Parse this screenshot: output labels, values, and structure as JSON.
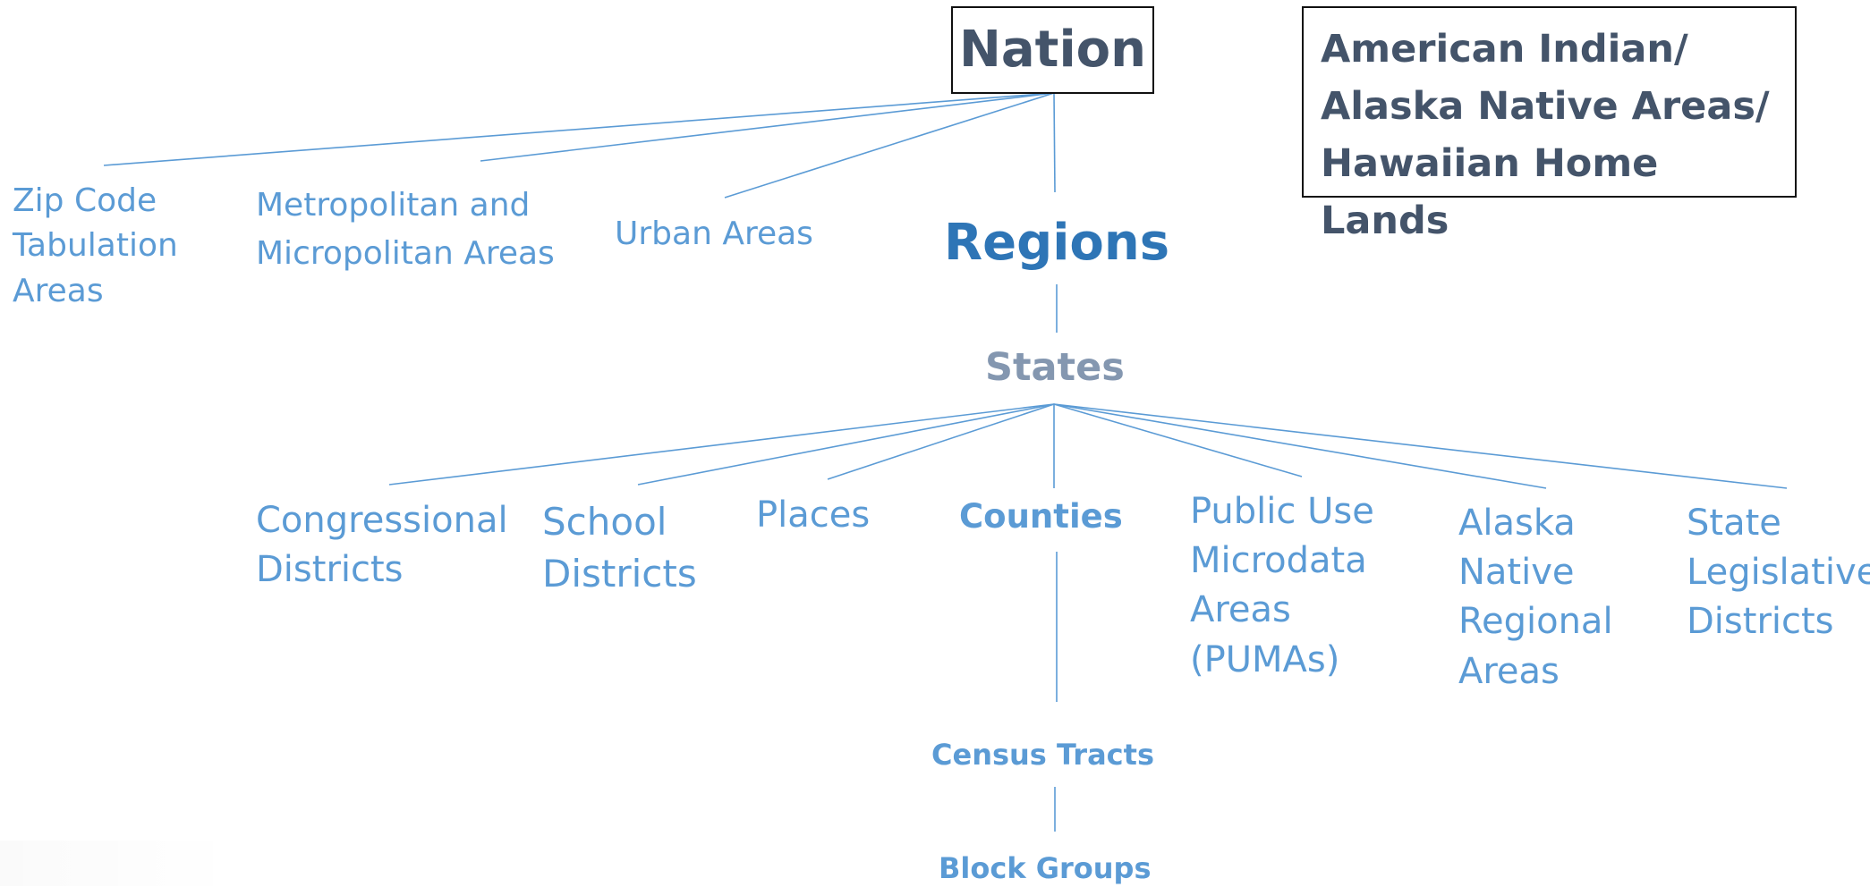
{
  "nodes": {
    "nation": "Nation",
    "aian": [
      "American Indian/",
      "Alaska Native Areas/",
      "Hawaiian Home Lands"
    ],
    "regions": "Regions",
    "states": "States",
    "counties": "Counties",
    "census_tracts": "Census Tracts",
    "block_groups": "Block Groups",
    "zcta": [
      "Zip Code",
      "Tabulation",
      "Areas"
    ],
    "metro": [
      "Metropolitan and",
      "Micropolitan Areas"
    ],
    "urban": "Urban Areas",
    "congressional": [
      "Congressional",
      "Districts"
    ],
    "school": [
      "School",
      "Districts"
    ],
    "places": "Places",
    "puma": [
      "Public Use",
      "Microdata",
      "Areas",
      "(PUMAs)"
    ],
    "anra": [
      "Alaska",
      "Native",
      "Regional",
      "Areas"
    ],
    "sld": [
      "State",
      "Legislative",
      "Districts"
    ]
  },
  "colors": {
    "line": "#5b9bd5",
    "label": "#5b9bd5",
    "regions": "#2e75b6",
    "states": "#8497b0",
    "boxed_text": "#44546a",
    "box_border": "#111111"
  }
}
